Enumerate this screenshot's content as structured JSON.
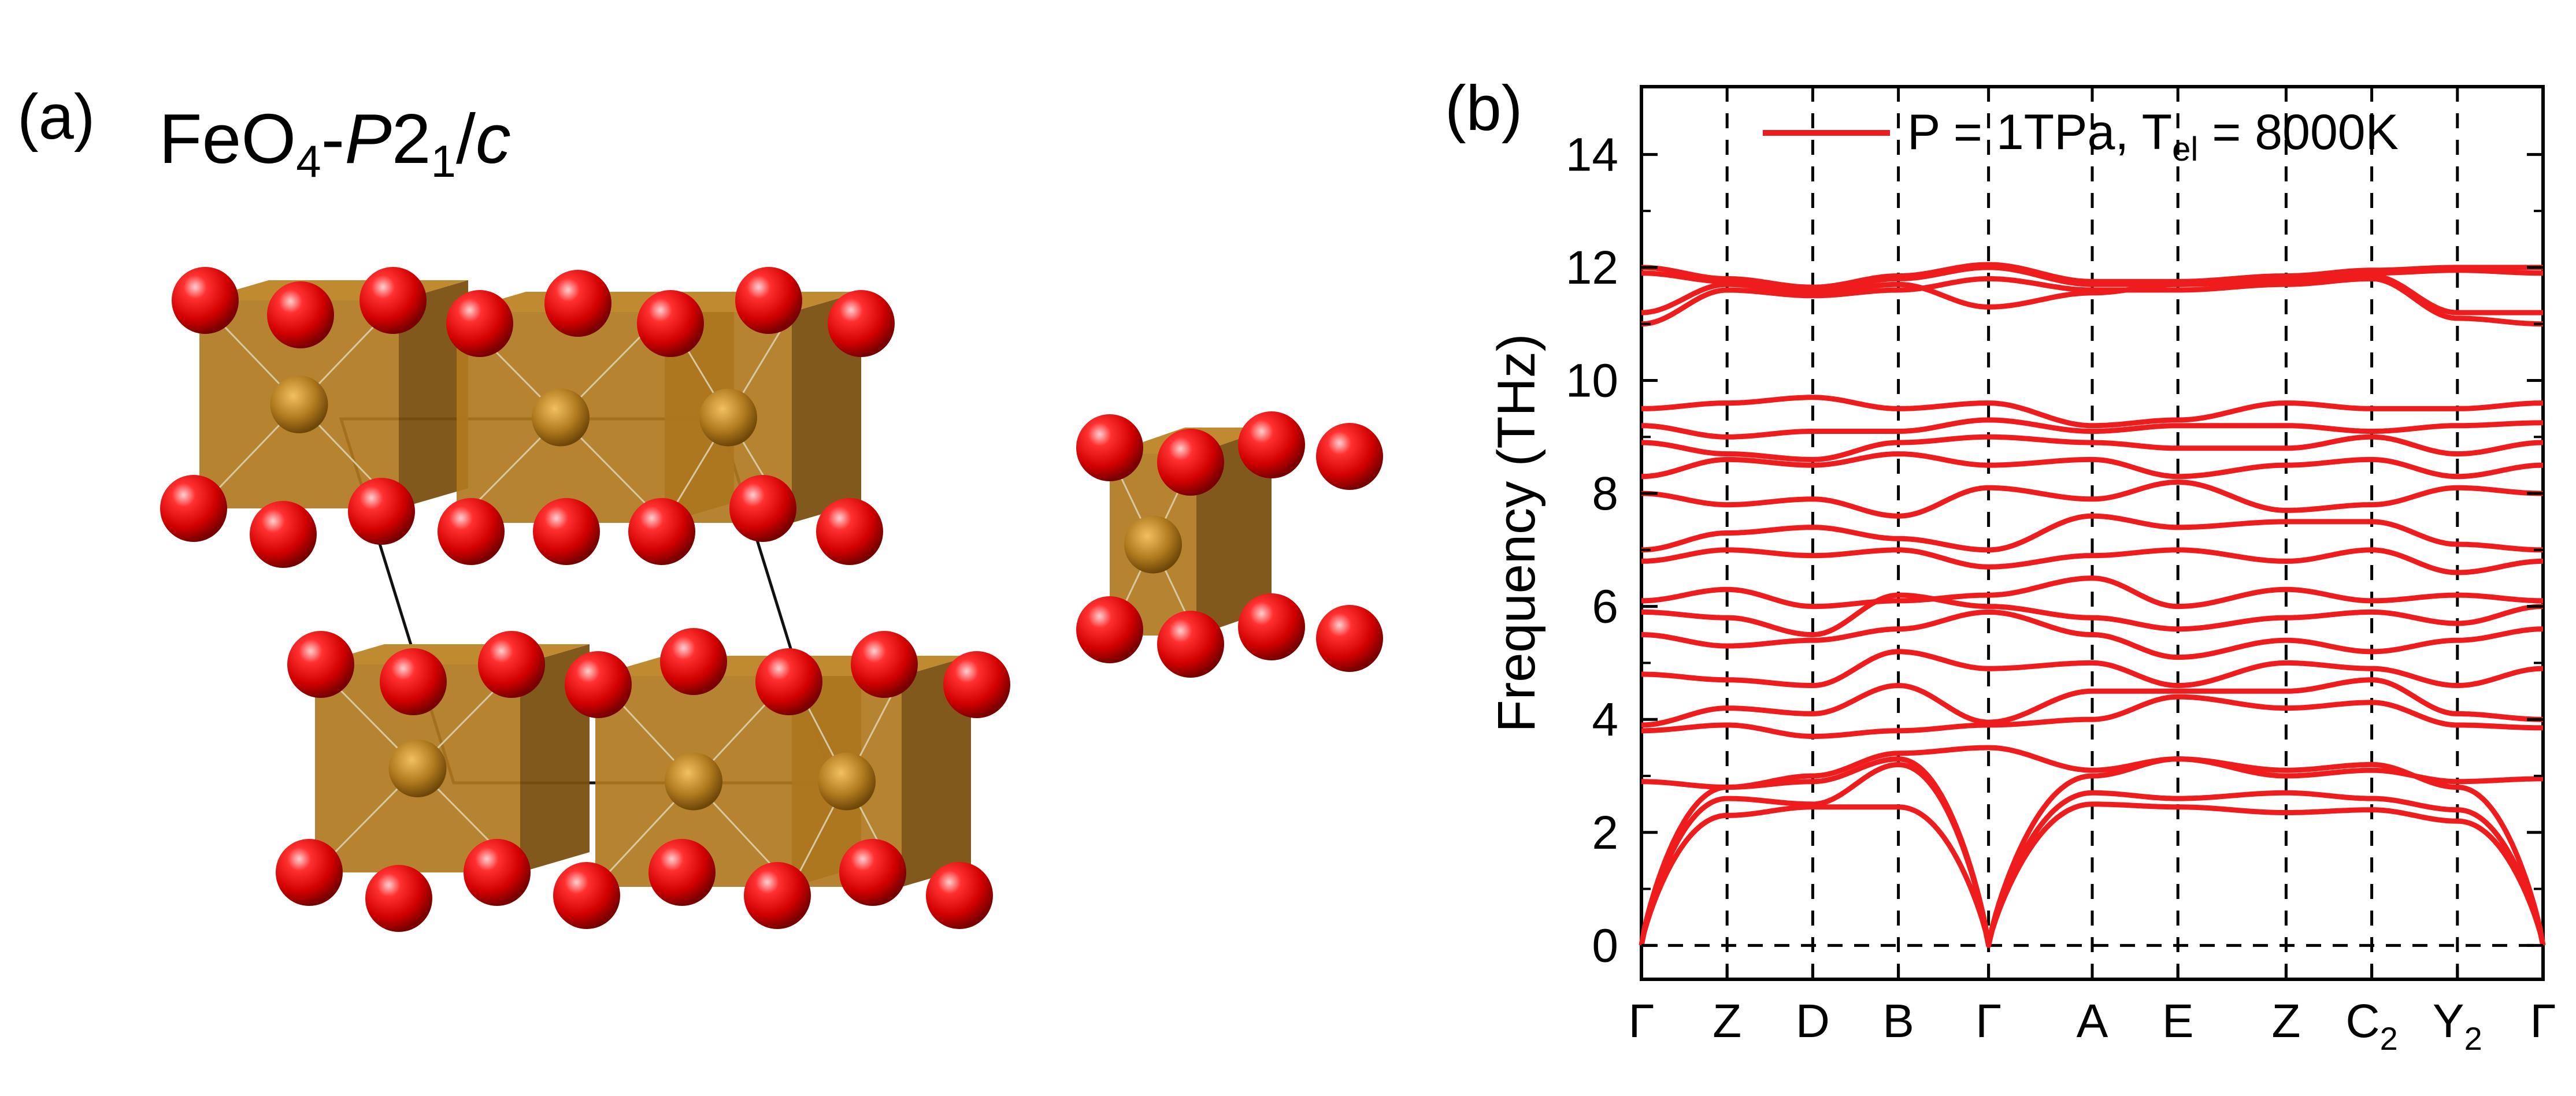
{
  "panel_a": {
    "label": "(a)",
    "title_base": "FeO",
    "title_sub": "4",
    "title_mid": "-",
    "title_italic_p": "P",
    "title_two": "2",
    "title_sub1": "1",
    "title_slash": "/",
    "title_italic_c": "c"
  },
  "panel_b": {
    "label": "(b)"
  },
  "colors": {
    "band": "#ee1c1c",
    "oxygen": "#e01818",
    "polyhedron": "#b07a1e",
    "polyhedron_dark": "#7a5010",
    "iron": "#c88a20"
  },
  "chart_data": {
    "type": "line",
    "ylabel": "Frequency (THz)",
    "ylim": [
      -0.6,
      15.2
    ],
    "yticks": [
      0,
      2,
      4,
      6,
      8,
      10,
      12,
      14
    ],
    "kpath": [
      {
        "label": "Γ",
        "sub": "",
        "x": 0
      },
      {
        "label": "Z",
        "sub": "",
        "x": 0.095
      },
      {
        "label": "D",
        "sub": "",
        "x": 0.19
      },
      {
        "label": "B",
        "sub": "",
        "x": 0.285
      },
      {
        "label": "Γ",
        "sub": "",
        "x": 0.385
      },
      {
        "label": "A",
        "sub": "",
        "x": 0.5
      },
      {
        "label": "E",
        "sub": "",
        "x": 0.595
      },
      {
        "label": "Z",
        "sub": "",
        "x": 0.715
      },
      {
        "label": "C",
        "sub": "2",
        "x": 0.81
      },
      {
        "label": "Y",
        "sub": "2",
        "x": 0.905
      },
      {
        "label": "Γ",
        "sub": "",
        "x": 1.0
      }
    ],
    "legend": {
      "prefix": "P = 1TPa, T",
      "sub": "el",
      "suffix": " = 8000K"
    },
    "series": [
      {
        "values": [
          0,
          2.3,
          2.45,
          2.45,
          0,
          2.5,
          2.45,
          2.35,
          2.4,
          2.2,
          0
        ]
      },
      {
        "values": [
          0,
          2.6,
          2.5,
          3.2,
          0,
          2.7,
          2.6,
          2.7,
          2.6,
          2.4,
          0
        ]
      },
      {
        "values": [
          0,
          2.8,
          2.9,
          3.3,
          0,
          3.0,
          3.3,
          3.1,
          3.2,
          2.8,
          0
        ]
      },
      {
        "values": [
          2.9,
          2.8,
          3.0,
          3.4,
          3.5,
          3.1,
          3.3,
          3.0,
          3.1,
          2.9,
          2.95
        ]
      },
      {
        "values": [
          3.8,
          3.9,
          3.7,
          3.8,
          3.9,
          4.0,
          4.4,
          4.2,
          4.3,
          3.9,
          3.85
        ]
      },
      {
        "values": [
          3.9,
          4.2,
          4.1,
          4.6,
          3.95,
          4.5,
          4.5,
          4.5,
          4.7,
          4.1,
          4.0
        ]
      },
      {
        "values": [
          4.8,
          4.7,
          4.6,
          5.2,
          4.9,
          5.0,
          4.6,
          5.0,
          4.9,
          4.6,
          4.9
        ]
      },
      {
        "values": [
          5.5,
          5.3,
          5.4,
          5.6,
          5.9,
          5.5,
          5.1,
          5.4,
          5.2,
          5.4,
          5.6
        ]
      },
      {
        "values": [
          5.9,
          5.8,
          5.5,
          6.2,
          6.0,
          5.8,
          5.6,
          5.8,
          5.9,
          5.7,
          6.0
        ]
      },
      {
        "values": [
          6.1,
          6.3,
          6.0,
          6.1,
          6.2,
          6.5,
          6.0,
          6.3,
          6.1,
          6.2,
          6.1
        ]
      },
      {
        "values": [
          6.8,
          7.0,
          6.9,
          7.0,
          6.7,
          6.9,
          7.0,
          6.8,
          7.0,
          6.6,
          6.8
        ]
      },
      {
        "values": [
          7.0,
          7.3,
          7.4,
          7.2,
          7.0,
          7.6,
          7.4,
          7.5,
          7.5,
          7.1,
          7.0
        ]
      },
      {
        "values": [
          8.0,
          7.8,
          7.9,
          7.6,
          8.1,
          7.9,
          8.2,
          7.7,
          7.8,
          8.1,
          8.0
        ]
      },
      {
        "values": [
          8.3,
          8.6,
          8.5,
          8.7,
          8.5,
          8.6,
          8.3,
          8.5,
          8.6,
          8.3,
          8.5
        ]
      },
      {
        "values": [
          8.9,
          8.7,
          8.6,
          8.9,
          9.0,
          8.9,
          8.8,
          8.8,
          9.0,
          8.7,
          8.9
        ]
      },
      {
        "values": [
          9.2,
          9.0,
          9.1,
          9.1,
          9.3,
          9.1,
          9.2,
          9.2,
          9.1,
          9.2,
          9.25
        ]
      },
      {
        "values": [
          9.5,
          9.6,
          9.7,
          9.5,
          9.6,
          9.2,
          9.3,
          9.6,
          9.5,
          9.5,
          9.6
        ]
      },
      {
        "values": [
          11.0,
          11.6,
          11.5,
          11.6,
          11.8,
          11.6,
          11.6,
          11.7,
          11.8,
          11.1,
          11.0
        ]
      },
      {
        "values": [
          11.2,
          11.7,
          11.55,
          11.7,
          11.3,
          11.55,
          11.7,
          11.75,
          11.85,
          11.2,
          11.2
        ]
      },
      {
        "values": [
          11.9,
          11.75,
          11.6,
          11.8,
          12.0,
          11.7,
          11.7,
          11.8,
          11.9,
          11.95,
          11.9
        ]
      },
      {
        "values": [
          12.0,
          11.8,
          11.65,
          11.85,
          12.05,
          11.75,
          11.75,
          11.85,
          11.95,
          12.0,
          12.0
        ]
      }
    ]
  }
}
